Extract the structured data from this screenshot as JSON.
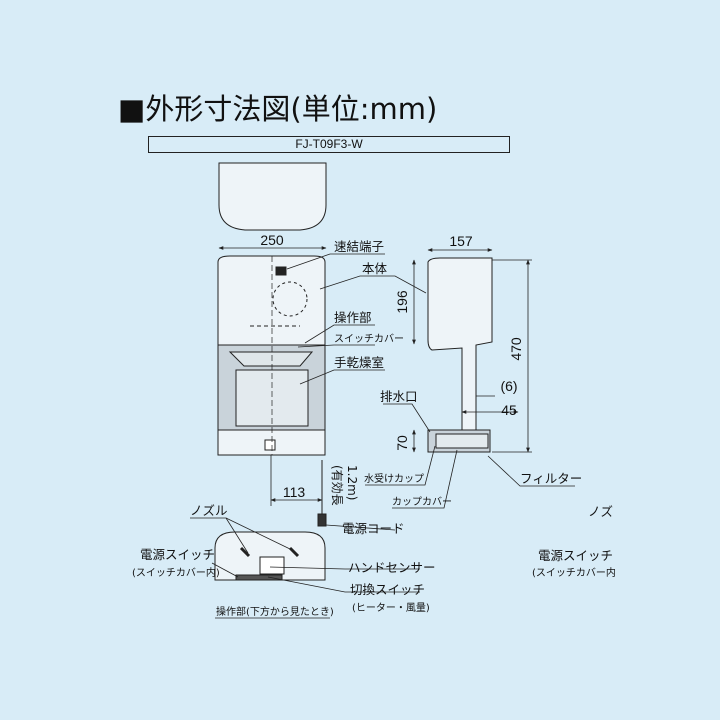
{
  "heading": "■外形寸法図(単位:mm)",
  "model": "FJ-T09F3-W",
  "dimensions": {
    "width_front": "250",
    "depth_side": "157",
    "height_upper": "196",
    "height_total": "470",
    "gap": "(6)",
    "depth_lower": "45",
    "cup_height": "70",
    "cord_offset": "113",
    "cord_length_line1": "(有効長",
    "cord_length_line2": "1.2m)"
  },
  "labels": {
    "quick_terminal": "速結端子",
    "main_body": "本体",
    "control_unit": "操作部",
    "switch_cover": "スイッチカバー",
    "drying_chamber": "手乾燥室",
    "drain_port": "排水口",
    "water_cup": "水受けカップ",
    "cup_cover": "カップカバー",
    "filter": "フィルター",
    "power_cord": "電源コード",
    "nozzle": "ノズル",
    "power_switch": "電源スイッチ",
    "power_switch_note": "(スイッチカバー内)",
    "hand_sensor": "ハンドセンサー",
    "toggle_switch": "切換スイッチ",
    "toggle_switch_note": "(ヒーター・風量)",
    "control_view_caption": "操作部(下方から見たとき)",
    "nozzle_clipped": "ノズ",
    "power_switch_clipped": "電源スイッチ",
    "power_switch_note_clipped": "(スイッチカバー内"
  },
  "colors": {
    "background": "#d8ecf7",
    "line": "#222222",
    "body_fill": "#eef4f8",
    "shade_fill": "#c9d3da"
  }
}
